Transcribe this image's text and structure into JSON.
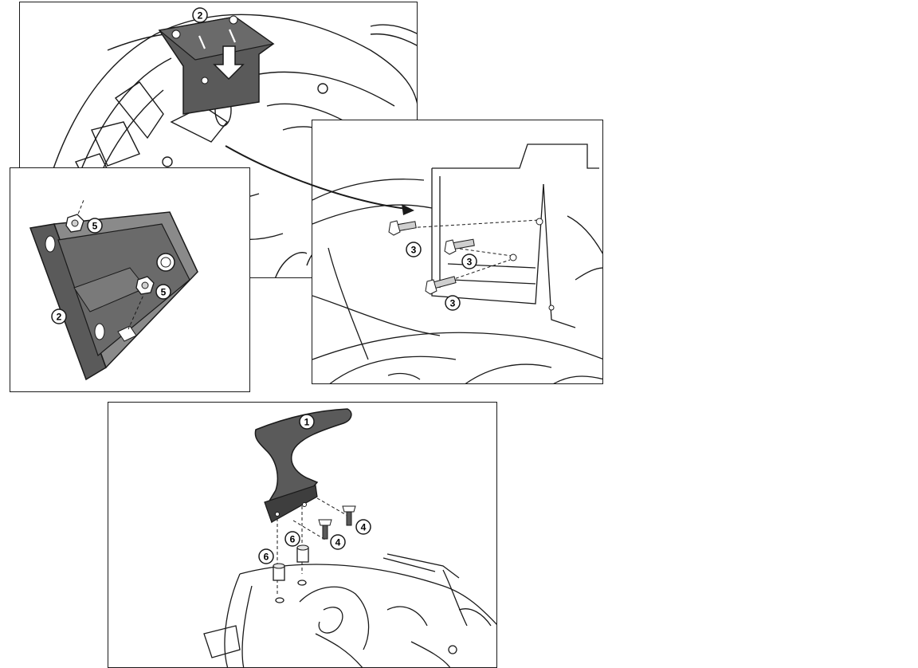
{
  "colors": {
    "part_fill": "#5a5a5a",
    "part_dark": "#3e3e3e",
    "line": "#1a1a1a",
    "background": "#ffffff"
  },
  "panel_top": {
    "callouts": [
      "2"
    ]
  },
  "panel_detail": {
    "callouts": [
      "5",
      "5",
      "2"
    ]
  },
  "panel_bolts": {
    "callouts": [
      "3",
      "3",
      "3"
    ]
  },
  "panel_bottom": {
    "callouts": [
      "1",
      "4",
      "4",
      "6",
      "6"
    ]
  }
}
